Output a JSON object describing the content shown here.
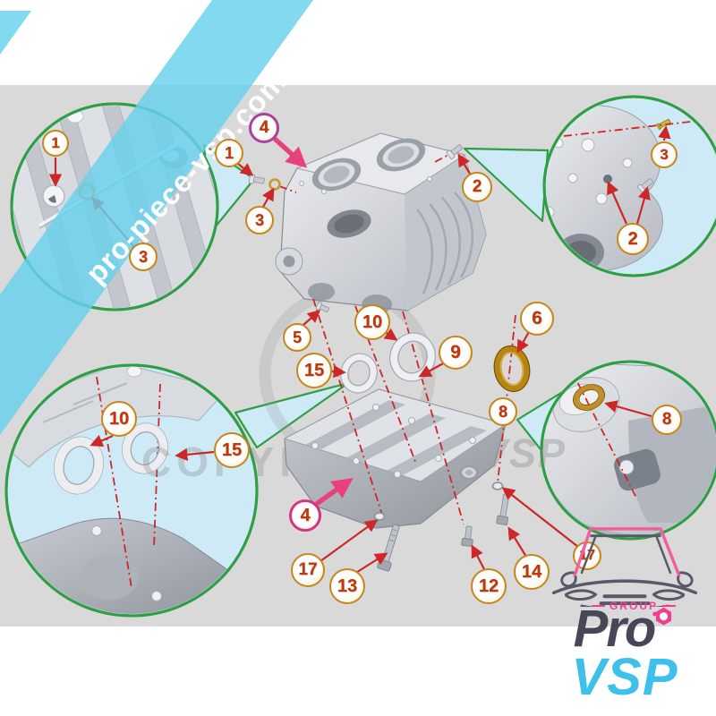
{
  "watermark_band": {
    "text": "pro-piece-vsp.com"
  },
  "copyright_watermark": {
    "text_main": "COPYRIGHT",
    "text_side": "VSP"
  },
  "logo": {
    "group_label": "GROUP",
    "brand_top": "Pro",
    "brand_bottom": "VSP"
  },
  "colors": {
    "band_cyan": "#68d1eb",
    "detail_green": "#2f9e44",
    "detail_fill": "#cdeaf6",
    "badge_border_gold": "#c8861a",
    "badge_text_red": "#c33709",
    "pink_accent": "#d63383",
    "purple_accent": "#a8439b",
    "arrow_red": "#cd2727",
    "logo_dark": "#474757",
    "logo_cyan": "#3fc0ea",
    "logo_pink": "#ef3f8f",
    "backdrop_gray": "#d9d9d9",
    "bronze_ring": "#b8860f"
  },
  "callouts": [
    {
      "label": "1"
    },
    {
      "label": "3"
    },
    {
      "label": "1"
    },
    {
      "label": "4"
    },
    {
      "label": "3"
    },
    {
      "label": "2"
    },
    {
      "label": "3"
    },
    {
      "label": "2"
    },
    {
      "label": "5"
    },
    {
      "label": "10"
    },
    {
      "label": "15"
    },
    {
      "label": "9"
    },
    {
      "label": "6"
    },
    {
      "label": "8"
    },
    {
      "label": "8"
    },
    {
      "label": "10"
    },
    {
      "label": "15"
    },
    {
      "label": "4"
    },
    {
      "label": "17"
    },
    {
      "label": "13"
    },
    {
      "label": "12"
    },
    {
      "label": "14"
    },
    {
      "label": "17"
    }
  ]
}
